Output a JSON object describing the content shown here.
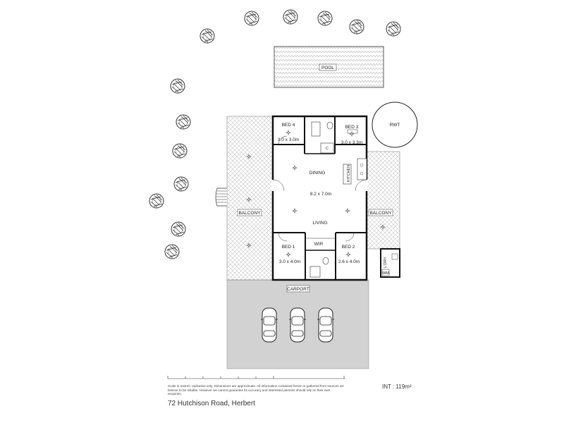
{
  "labels": {
    "pool": "POOL",
    "rwt": "RWT",
    "bed4": "BED 4",
    "bed4_size": "3.0 x 3.0m",
    "bed3": "BED 3",
    "bed3_size": "3.0 x 3.3m",
    "closet": "C",
    "dining": "DINING",
    "kitchen": "KITCHEN",
    "living_size": "8.2 x 7.0m",
    "living": "LIVING",
    "balcony_left": "BALCONY",
    "balcony_right": "BALCONY",
    "bed1": "BED 1",
    "bed1_size": "3.0 x 4.0m",
    "wir": "WIR",
    "bed2": "BED 2",
    "bed2_size": "2.6 x 4.0m",
    "laundry": "L'DRY",
    "wm": "WM",
    "carport": "CARPORT"
  },
  "footer": {
    "disclaimer": "Scale in metres. Indicative only. Dimensions are approximate. All information contained herein is gathered from sources we believe to be reliable. However we cannot guarantee its accuracy and interested persons should rely on their own enquiries.",
    "internal_area": "INT : 119m²",
    "address": "72 Hutchison Road, Herbert"
  },
  "colors": {
    "wall": "#111111",
    "carport_fill": "#d2d2d2",
    "hatch": "#a8a8a8",
    "tree_stroke": "#333333"
  }
}
